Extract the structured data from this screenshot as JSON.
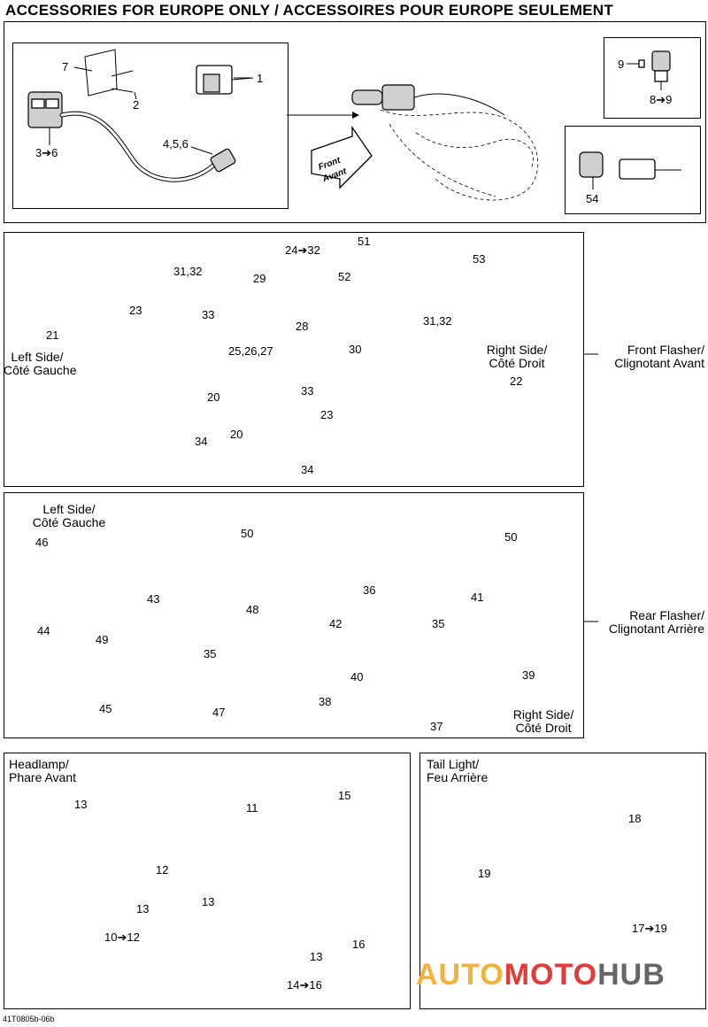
{
  "title": "ACCESSORIES FOR EUROPE ONLY / ACCESSOIRES POUR EUROPE SEULEMENT",
  "front_arrow": {
    "line1": "Front",
    "line2": "Avant"
  },
  "panels": {
    "top": {
      "labels": [
        "7",
        "2",
        "1",
        "3➔6",
        "4,5,6",
        "9",
        "8➔9",
        "54"
      ]
    },
    "front_flasher": {
      "section": {
        "line1": "Front Flasher/",
        "line2": "Clignotant Avant"
      },
      "left_side": {
        "line1": "Left Side/",
        "line2": "Côté Gauche"
      },
      "right_side": {
        "line1": "Right Side/",
        "line2": "Côté Droit"
      },
      "labels": [
        "24➔32",
        "51",
        "53",
        "31,32",
        "29",
        "52",
        "23",
        "33",
        "28",
        "31,32",
        "21",
        "25,26,27",
        "30",
        "22",
        "20",
        "33",
        "34",
        "23",
        "20",
        "34"
      ]
    },
    "rear_flasher": {
      "section": {
        "line1": "Rear Flasher/",
        "line2": "Clignotant Arrière"
      },
      "left_side": {
        "line1": "Left Side/",
        "line2": "Côté Gauche"
      },
      "right_side": {
        "line1": "Right Side/",
        "line2": "Côté Droit"
      },
      "labels": [
        "50",
        "50",
        "46",
        "36",
        "43",
        "41",
        "48",
        "42",
        "35",
        "44",
        "35",
        "49",
        "40",
        "39",
        "45",
        "47",
        "38",
        "37"
      ]
    },
    "headlamp": {
      "heading": {
        "line1": "Headlamp/",
        "line2": "Phare Avant"
      },
      "labels": [
        "15",
        "13",
        "11",
        "12",
        "13",
        "13",
        "10➔12",
        "16",
        "13",
        "14➔16"
      ]
    },
    "tail_light": {
      "heading": {
        "line1": "Tail Light/",
        "line2": "Feu Arrière"
      },
      "labels": [
        "18",
        "19",
        "17➔19"
      ]
    }
  },
  "watermark": {
    "part1": "AUTO",
    "part2": "MOTO",
    "part3": "HUB"
  },
  "colors": {
    "watermark_auto": "#f2b23c",
    "watermark_moto": "#e33a3a",
    "watermark_hub": "#666666",
    "triangle": "#e33a3a"
  },
  "footer_ref": "41T0805b-06b"
}
